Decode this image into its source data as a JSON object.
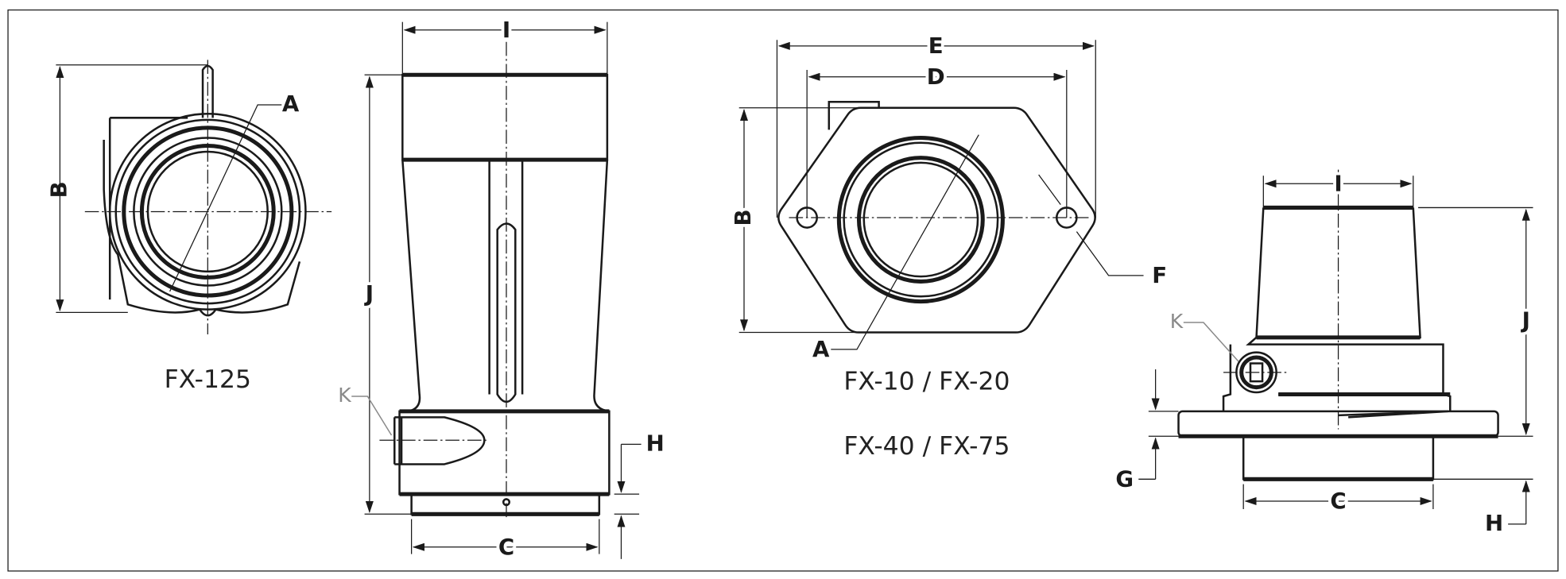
{
  "models": {
    "left": "FX-125",
    "center_1": "FX-10 / FX-20",
    "center_2": "FX-40 / FX-75"
  },
  "dimensions": {
    "A": "A",
    "B": "B",
    "C": "C",
    "D": "D",
    "E": "E",
    "F": "F",
    "G": "G",
    "H": "H",
    "I": "I",
    "J": "J",
    "K": "K"
  },
  "colors": {
    "line": "#1a1a1a",
    "leader_gray": "#8a8a8a"
  }
}
